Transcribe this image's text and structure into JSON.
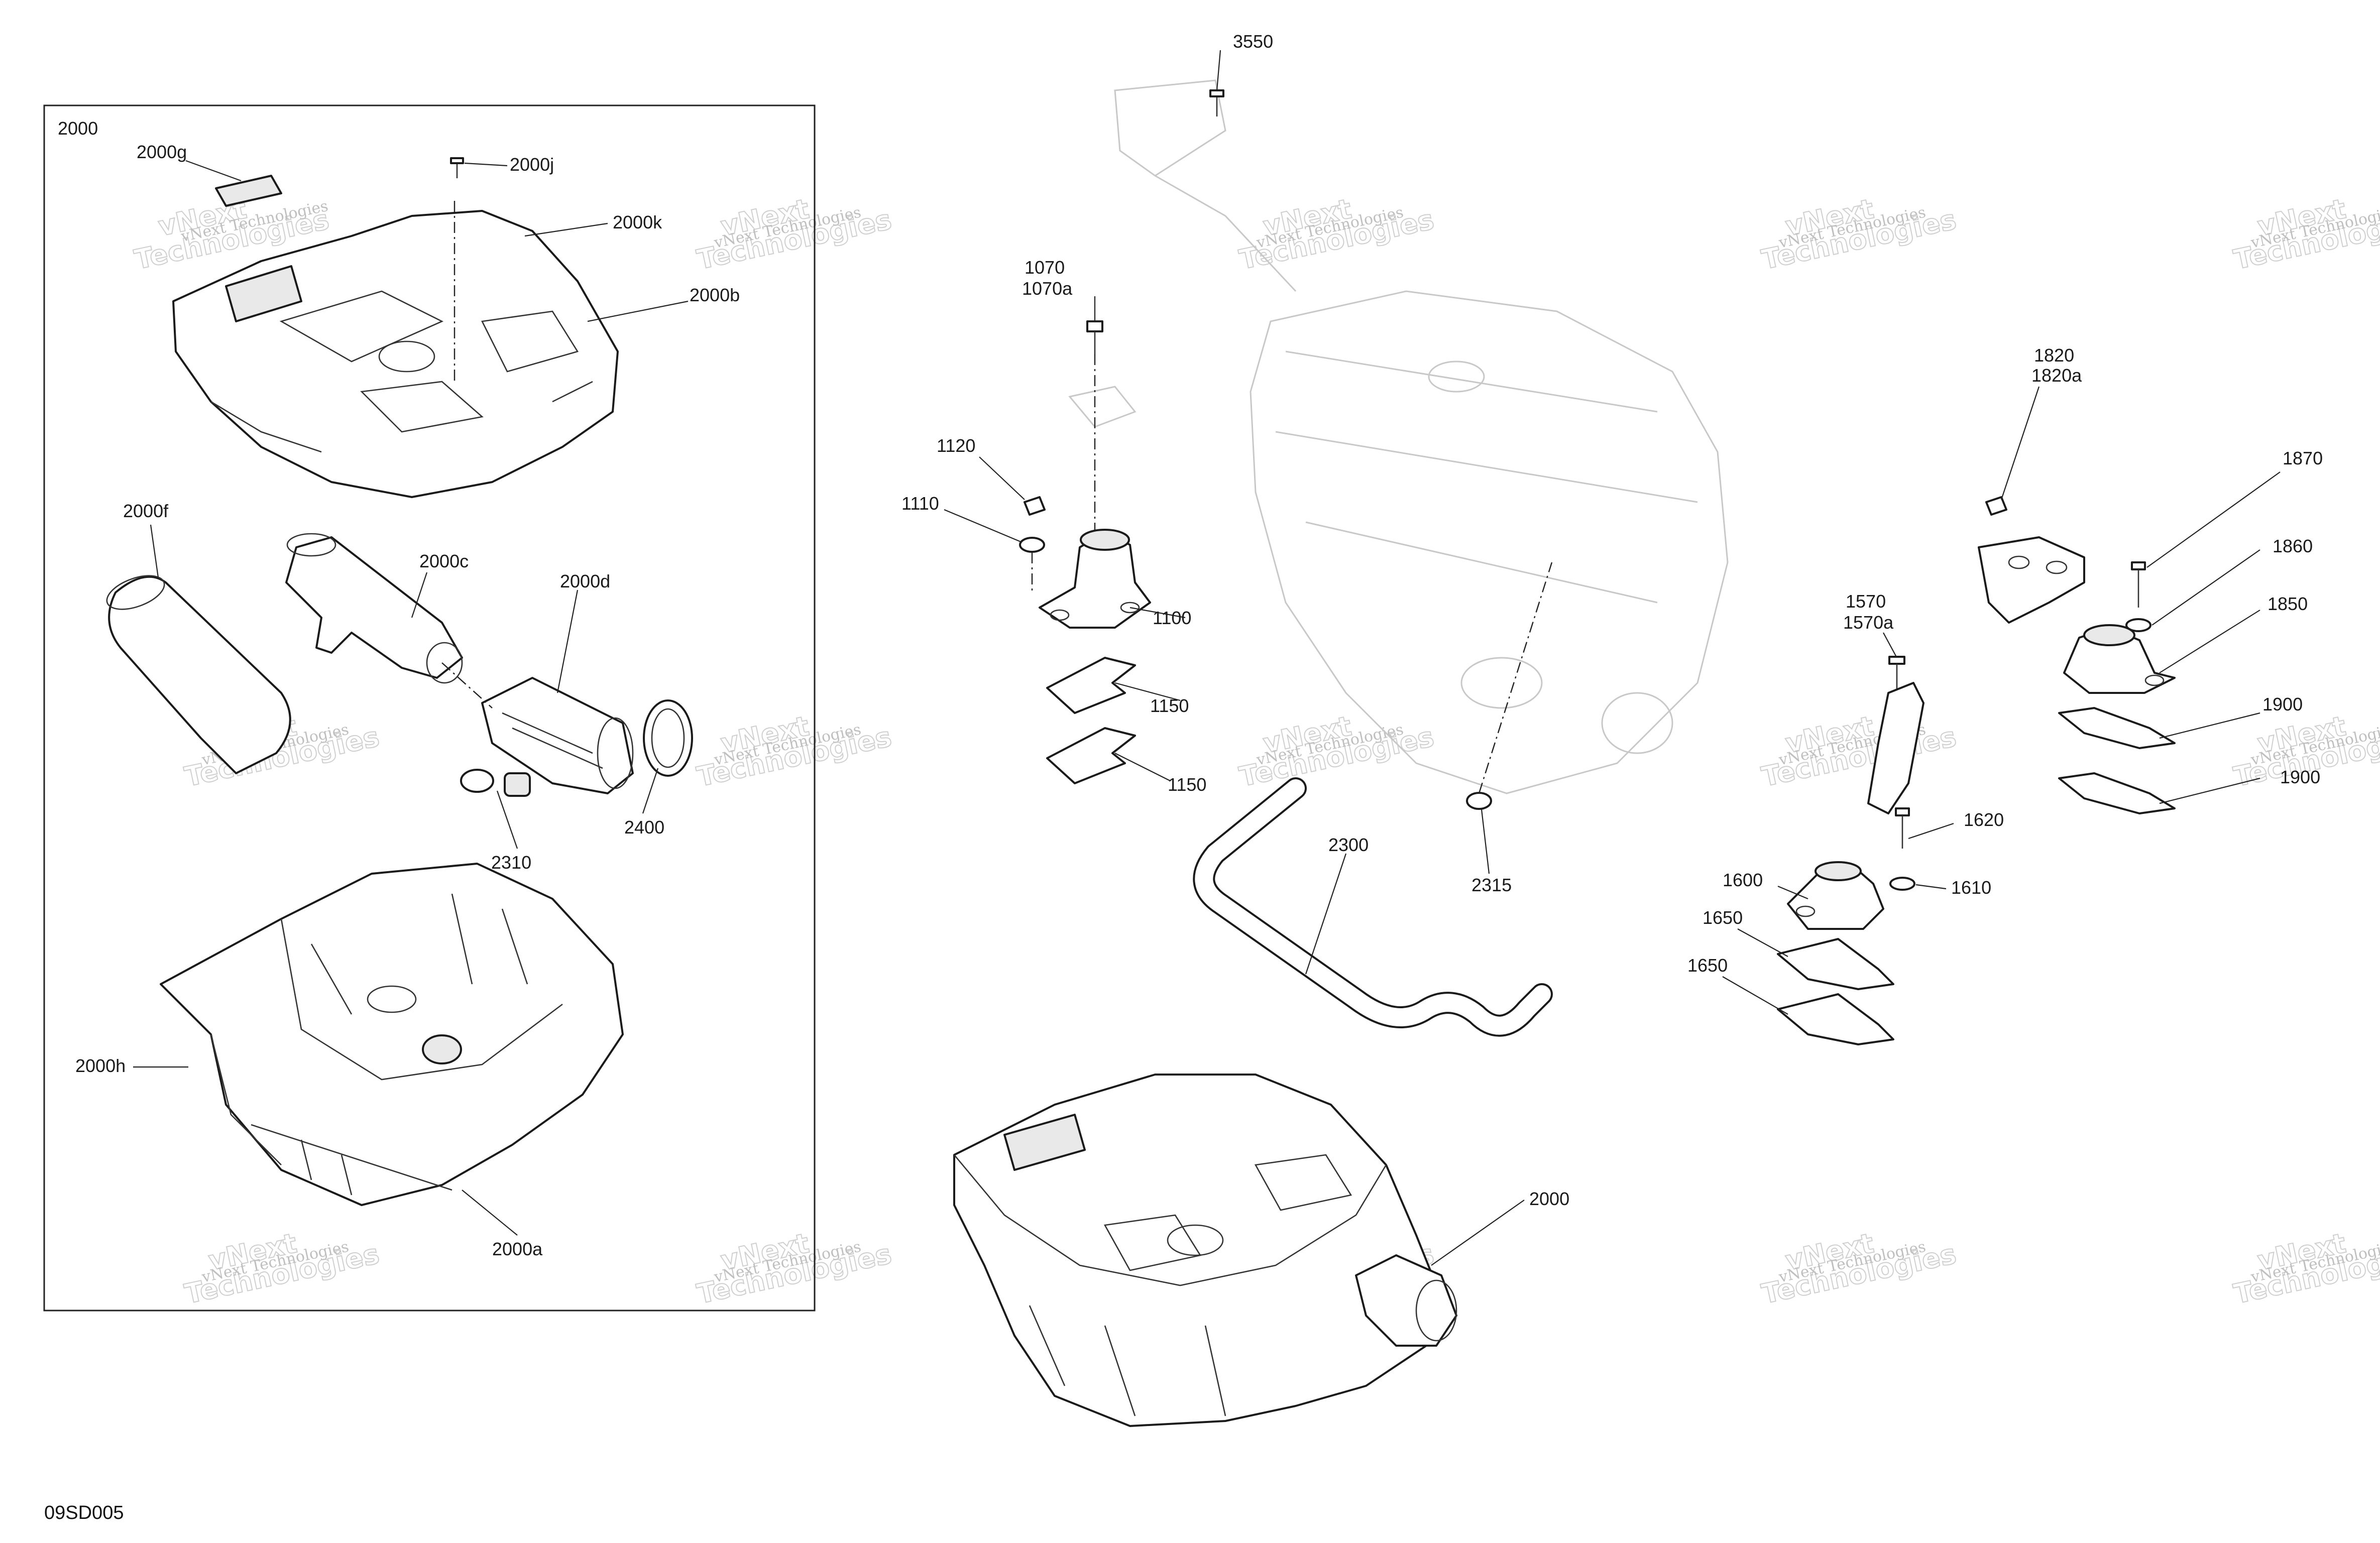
{
  "colors": {
    "line": "#1a1a1a",
    "watermark": "#c0c0c0",
    "background": "#ffffff"
  },
  "frame": {
    "label": "2000"
  },
  "reference": "09SD005",
  "watermark": {
    "line1": "vNext Technologies",
    "line2": "vNext",
    "line3": "Technologies"
  },
  "callouts": [
    {
      "id": "2000g",
      "label": "2000g"
    },
    {
      "id": "2000j",
      "label": "2000j"
    },
    {
      "id": "2000k",
      "label": "2000k"
    },
    {
      "id": "2000b",
      "label": "2000b"
    },
    {
      "id": "2000f",
      "label": "2000f"
    },
    {
      "id": "2000c",
      "label": "2000c"
    },
    {
      "id": "2000d",
      "label": "2000d"
    },
    {
      "id": "2310",
      "label": "2310"
    },
    {
      "id": "2400",
      "label": "2400"
    },
    {
      "id": "2000h",
      "label": "2000h"
    },
    {
      "id": "2000a",
      "label": "2000a"
    },
    {
      "id": "3550",
      "label": "3550"
    },
    {
      "id": "1070",
      "label": "1070"
    },
    {
      "id": "1070a",
      "label": "1070a"
    },
    {
      "id": "1120",
      "label": "1120"
    },
    {
      "id": "1110",
      "label": "1110"
    },
    {
      "id": "1100",
      "label": "1100"
    },
    {
      "id": "1150a",
      "label": "1150"
    },
    {
      "id": "1150b",
      "label": "1150"
    },
    {
      "id": "2300",
      "label": "2300"
    },
    {
      "id": "2315",
      "label": "2315"
    },
    {
      "id": "2000-main",
      "label": "2000"
    },
    {
      "id": "1820",
      "label": "1820"
    },
    {
      "id": "1820a",
      "label": "1820a"
    },
    {
      "id": "1870",
      "label": "1870"
    },
    {
      "id": "1860",
      "label": "1860"
    },
    {
      "id": "1850",
      "label": "1850"
    },
    {
      "id": "1900a",
      "label": "1900"
    },
    {
      "id": "1900b",
      "label": "1900"
    },
    {
      "id": "1570",
      "label": "1570"
    },
    {
      "id": "1570a",
      "label": "1570a"
    },
    {
      "id": "1620",
      "label": "1620"
    },
    {
      "id": "1600",
      "label": "1600"
    },
    {
      "id": "1610",
      "label": "1610"
    },
    {
      "id": "1650a",
      "label": "1650"
    },
    {
      "id": "1650b",
      "label": "1650"
    }
  ]
}
